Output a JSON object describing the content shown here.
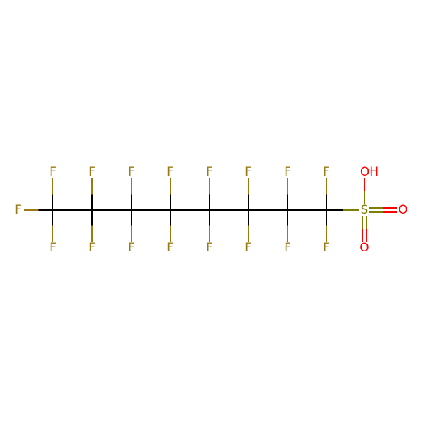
{
  "molecule": {
    "atoms": {
      "fluorine": "F",
      "sulfur": "S",
      "oxygen": "O",
      "hydroxyl": "OH"
    },
    "colors": {
      "bond": "#000000",
      "fluorine": "#9a7a12",
      "sulfur": "#7e7e00",
      "oxygen": "#ff0000"
    }
  }
}
